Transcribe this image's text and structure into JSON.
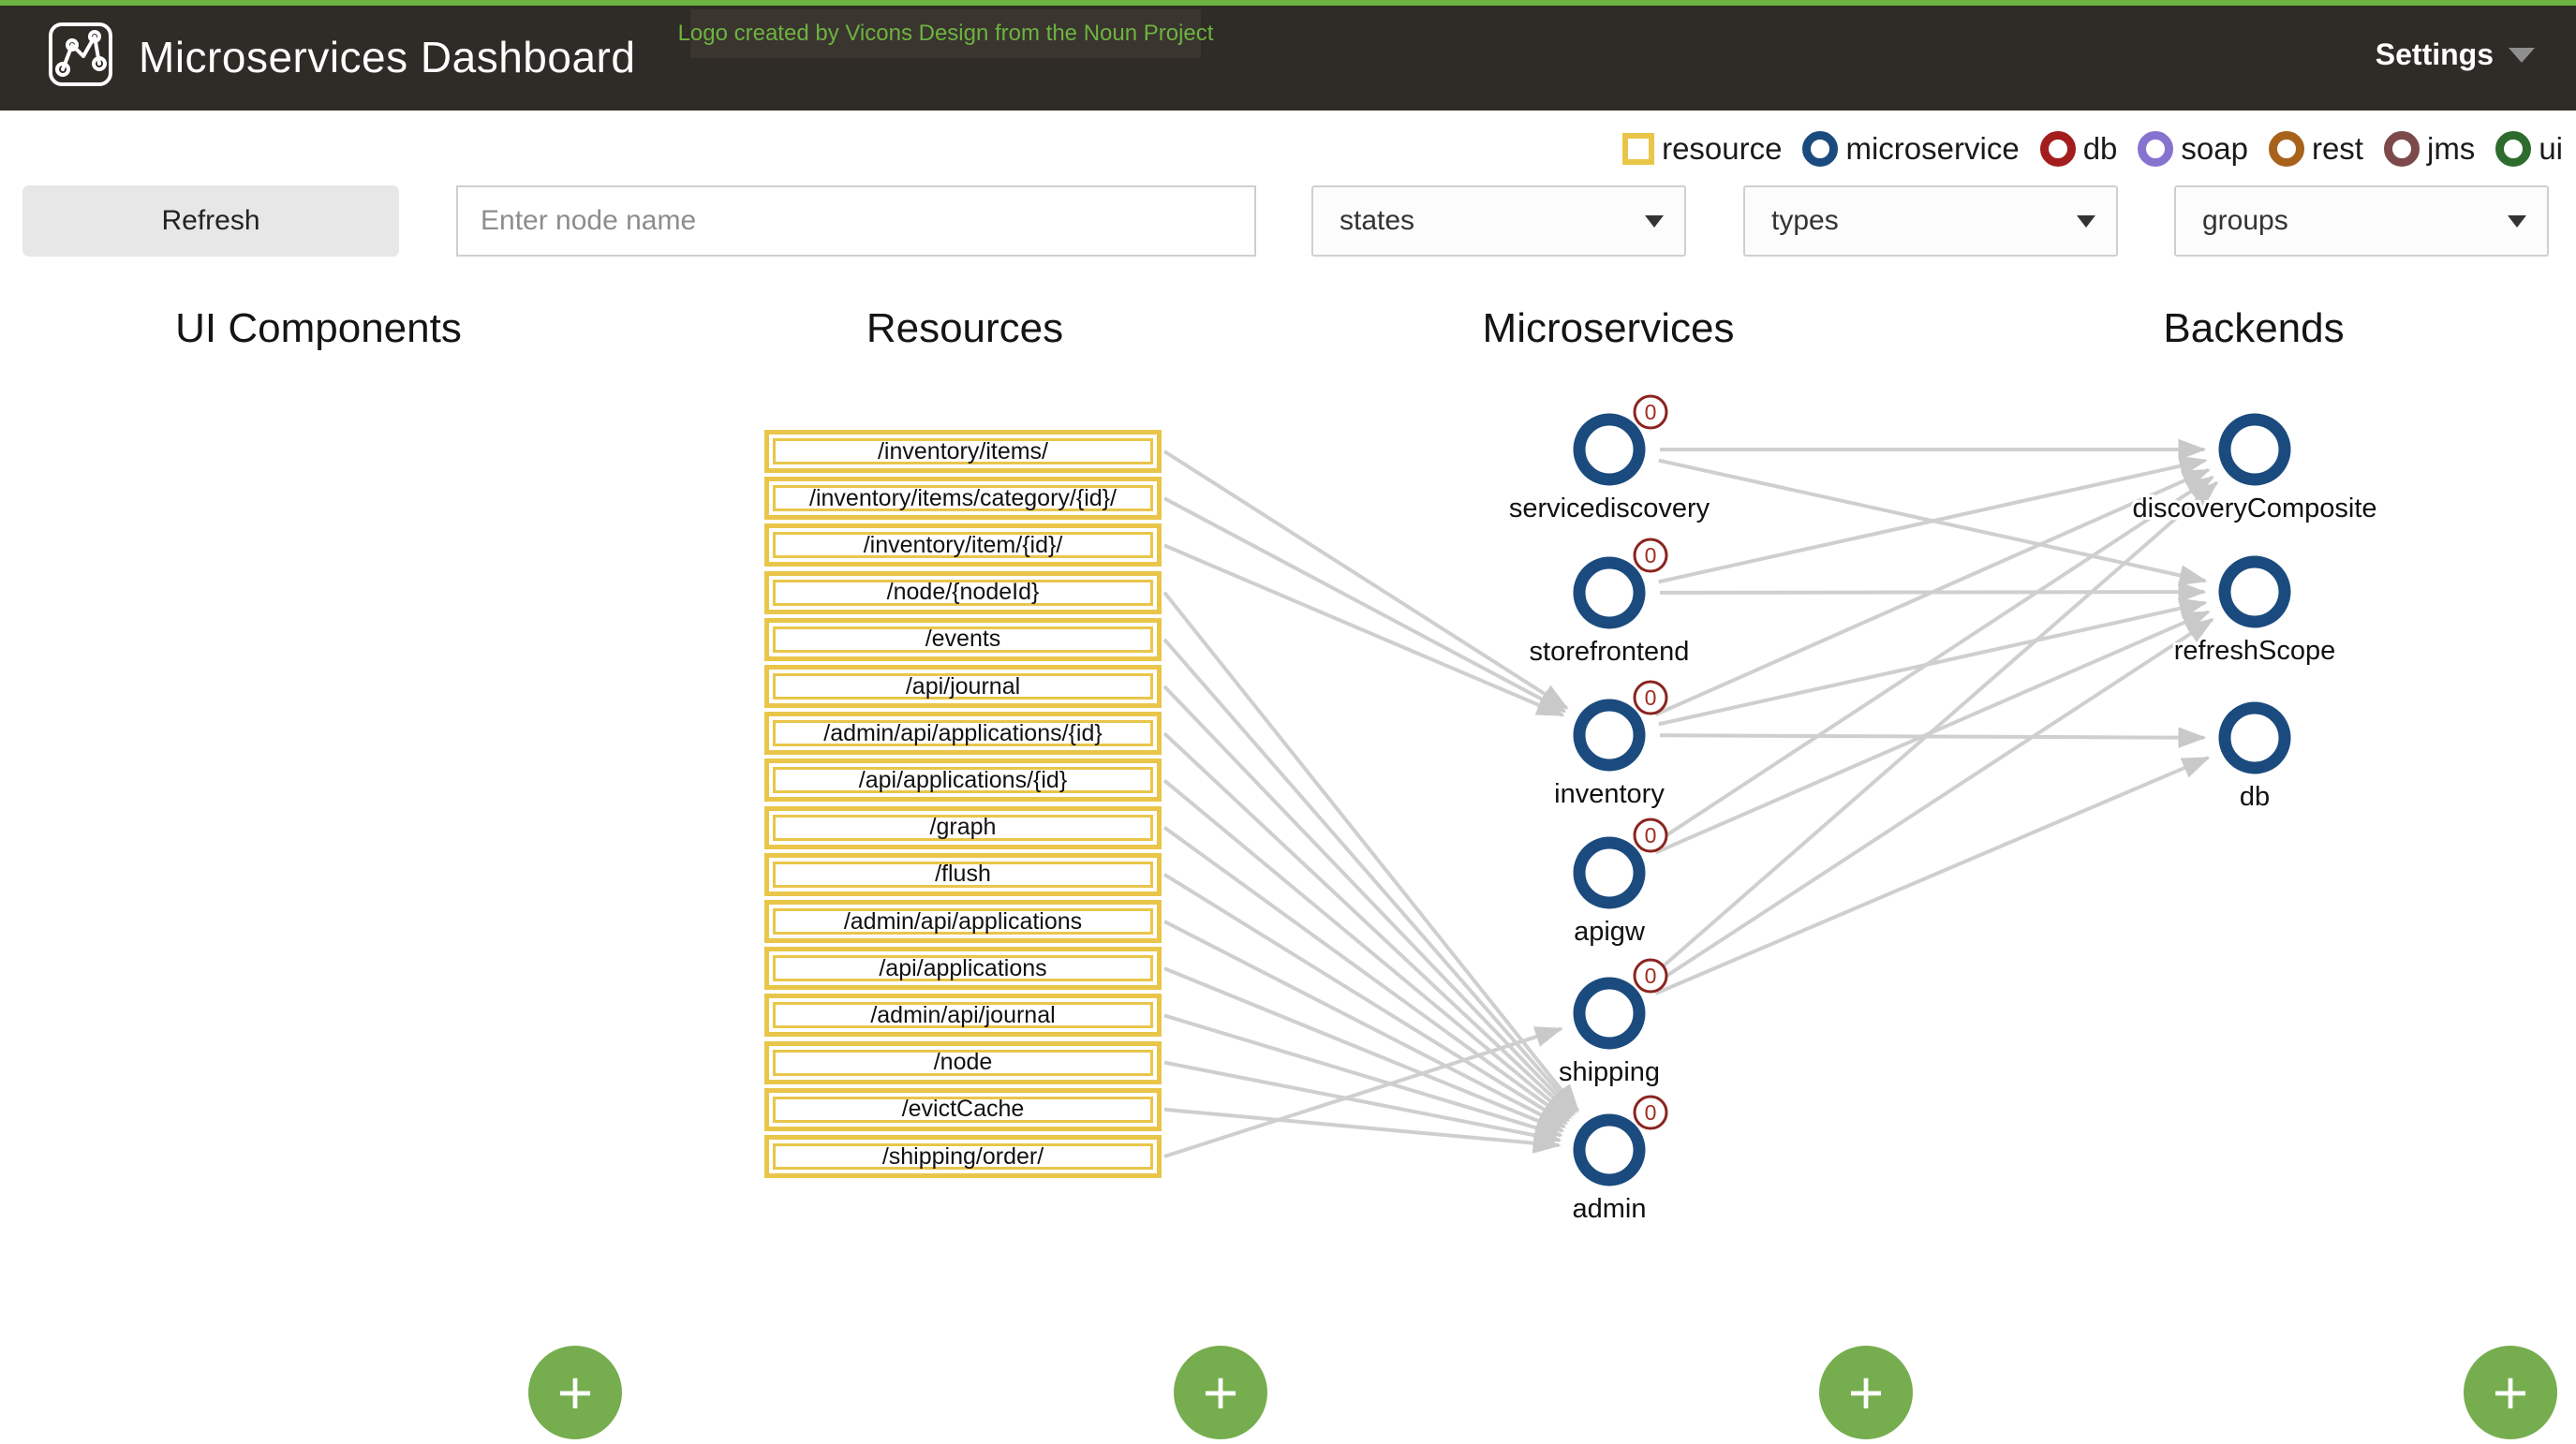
{
  "header": {
    "title": "Microservices Dashboard",
    "credit": "Logo created by Vicons Design from the Noun Project",
    "settings_label": "Settings"
  },
  "legend": {
    "items": [
      {
        "label": "resource",
        "shape": "square",
        "color": "#e9c64a"
      },
      {
        "label": "microservice",
        "shape": "circle",
        "color": "#1b4b7e"
      },
      {
        "label": "db",
        "shape": "circle",
        "color": "#a41d1d"
      },
      {
        "label": "soap",
        "shape": "circle",
        "color": "#8673d0"
      },
      {
        "label": "rest",
        "shape": "circle",
        "color": "#a8621c"
      },
      {
        "label": "jms",
        "shape": "circle",
        "color": "#7c4a4a"
      },
      {
        "label": "ui",
        "shape": "circle",
        "color": "#2e6b2e"
      }
    ]
  },
  "controls": {
    "refresh_label": "Refresh",
    "search_placeholder": "Enter node name",
    "filters": [
      "states",
      "types",
      "groups"
    ]
  },
  "columns": [
    "UI Components",
    "Resources",
    "Microservices",
    "Backends"
  ],
  "graph": {
    "resources": [
      "/inventory/items/",
      "/inventory/items/category/{id}/",
      "/inventory/item/{id}/",
      "/node/{nodeId}",
      "/events",
      "/api/journal",
      "/admin/api/applications/{id}",
      "/api/applications/{id}",
      "/graph",
      "/flush",
      "/admin/api/applications",
      "/api/applications",
      "/admin/api/journal",
      "/node",
      "/evictCache",
      "/shipping/order/"
    ],
    "microservices": [
      {
        "id": "servicediscovery",
        "label": "servicediscovery",
        "badge": "0"
      },
      {
        "id": "storefrontend",
        "label": "storefrontend",
        "badge": "0"
      },
      {
        "id": "inventory",
        "label": "inventory",
        "badge": "0"
      },
      {
        "id": "apigw",
        "label": "apigw",
        "badge": "0"
      },
      {
        "id": "shipping",
        "label": "shipping",
        "badge": "0"
      },
      {
        "id": "admin",
        "label": "admin",
        "badge": "0"
      }
    ],
    "backends": [
      {
        "id": "discoveryComposite",
        "label": "discoveryComposite"
      },
      {
        "id": "refreshScope",
        "label": "refreshScope"
      },
      {
        "id": "db",
        "label": "db"
      }
    ],
    "edges": {
      "resource_to_microservice": [
        [
          0,
          "inventory"
        ],
        [
          1,
          "inventory"
        ],
        [
          2,
          "inventory"
        ],
        [
          3,
          "admin"
        ],
        [
          4,
          "admin"
        ],
        [
          5,
          "admin"
        ],
        [
          6,
          "admin"
        ],
        [
          7,
          "admin"
        ],
        [
          8,
          "admin"
        ],
        [
          9,
          "admin"
        ],
        [
          10,
          "admin"
        ],
        [
          11,
          "admin"
        ],
        [
          12,
          "admin"
        ],
        [
          13,
          "admin"
        ],
        [
          14,
          "admin"
        ],
        [
          15,
          "shipping"
        ]
      ],
      "microservice_to_backend": [
        [
          "servicediscovery",
          "discoveryComposite"
        ],
        [
          "servicediscovery",
          "refreshScope"
        ],
        [
          "storefrontend",
          "discoveryComposite"
        ],
        [
          "storefrontend",
          "refreshScope"
        ],
        [
          "inventory",
          "discoveryComposite"
        ],
        [
          "inventory",
          "refreshScope"
        ],
        [
          "inventory",
          "db"
        ],
        [
          "apigw",
          "discoveryComposite"
        ],
        [
          "apigw",
          "refreshScope"
        ],
        [
          "shipping",
          "discoveryComposite"
        ],
        [
          "shipping",
          "refreshScope"
        ],
        [
          "shipping",
          "db"
        ]
      ]
    },
    "add_button_label": "+",
    "colors": {
      "node_ring": "#1b4b7e",
      "badge_ring": "#8b2420",
      "badge_text": "#a02c21",
      "resource_border": "#e9c64a",
      "edge": "#cfcfcf",
      "add_button": "#76ad4e",
      "label_text": "#111111"
    }
  }
}
